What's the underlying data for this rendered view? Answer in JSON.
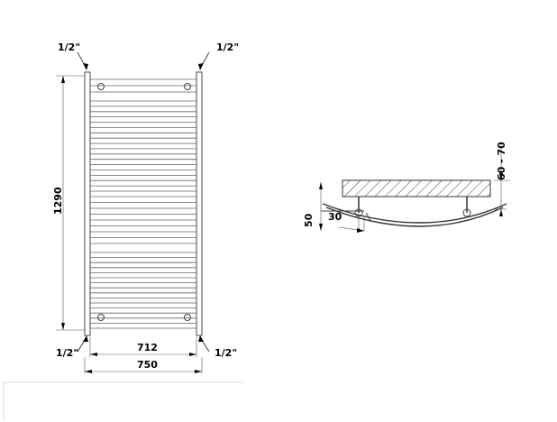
{
  "front_view": {
    "conn_top_left": "1/2\"",
    "conn_top_right": "1/2\"",
    "conn_bottom_left": "1/2\"",
    "conn_bottom_right": "1/2\"",
    "height": "1290",
    "inner_width": "712",
    "outer_width": "750"
  },
  "side_view": {
    "depth": "50",
    "offset": "30",
    "wall_gap": "60 - 70"
  }
}
